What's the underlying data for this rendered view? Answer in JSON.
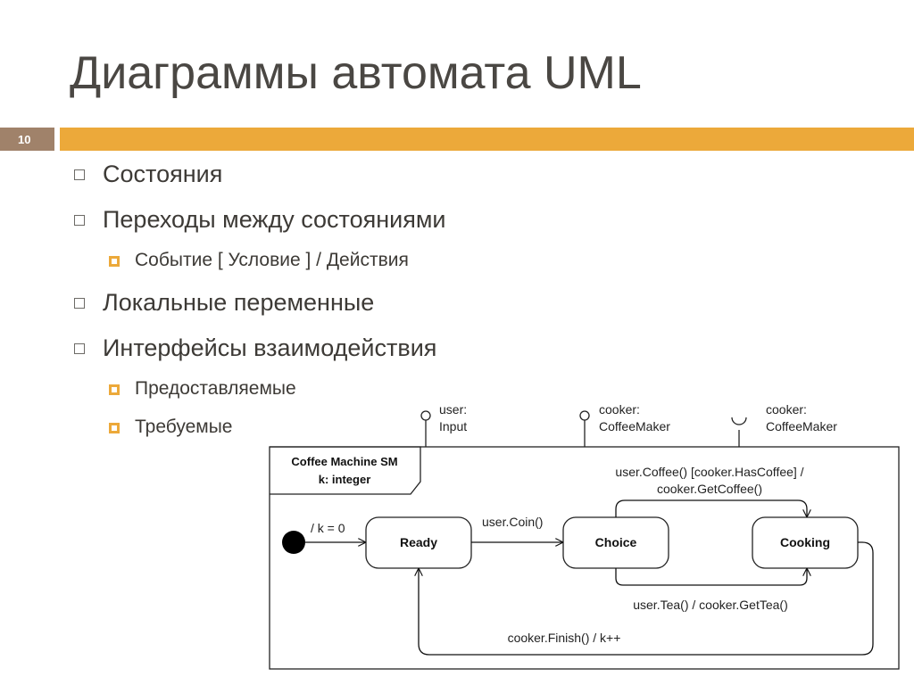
{
  "slide": {
    "title": "Диаграммы автомата UML",
    "number": "10",
    "accent_color": "#eca93a",
    "number_box_color": "#a0826a"
  },
  "bullets": [
    {
      "text": "Состояния",
      "children": []
    },
    {
      "text": "Переходы между состояниями",
      "children": [
        "Событие [ Условие ] / Действия"
      ]
    },
    {
      "text": "Локальные переменные",
      "children": []
    },
    {
      "text": "Интерфейсы взаимодействия",
      "children": [
        "Предоставляемые",
        "Требуемые"
      ]
    }
  ],
  "diagram": {
    "frame": {
      "name": "Coffee Machine SM",
      "variable": "k: integer"
    },
    "interfaces": [
      {
        "kind": "provided",
        "line1": "user:",
        "line2": "Input"
      },
      {
        "kind": "provided",
        "line1": "cooker:",
        "line2": "CoffeeMaker"
      },
      {
        "kind": "required",
        "line1": "cooker:",
        "line2": "CoffeeMaker"
      }
    ],
    "states": {
      "ready": "Ready",
      "choice": "Choice",
      "cooking": "Cooking"
    },
    "transitions": {
      "initial": "/ k = 0",
      "coin": "user.Coin()",
      "coffee_line1": "user.Coffee() [cooker.HasCoffee] /",
      "coffee_line2": "cooker.GetCoffee()",
      "tea": "user.Tea() / cooker.GetTea()",
      "finish": "cooker.Finish() / k++"
    }
  }
}
